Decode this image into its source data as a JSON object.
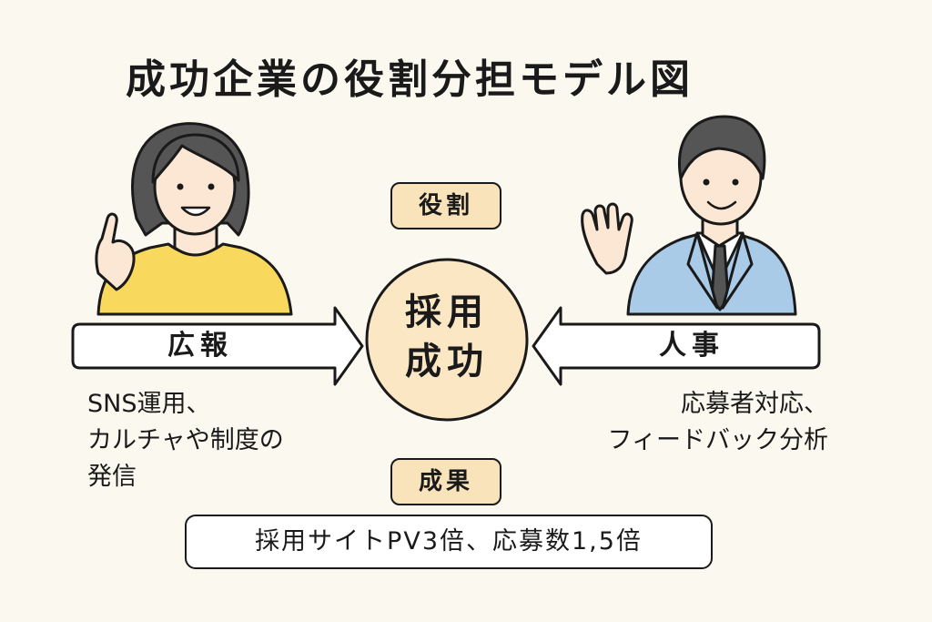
{
  "title": "成功企業の役割分担モデル図",
  "left_arrow": {
    "label": "広報"
  },
  "right_arrow": {
    "label": "人事"
  },
  "role_tag": "役割",
  "center": {
    "line1": "採用",
    "line2": "成功"
  },
  "left_desc": [
    "SNS運用、",
    "カルチャや制度の",
    "発信"
  ],
  "right_desc": [
    "応募者対応、",
    "フィードバック分析"
  ],
  "result_tag": "成果",
  "result_text": "採用サイトPV3倍、応募数1,5倍",
  "colors": {
    "background": "#fbf8ef",
    "tag_fill": "#f9e3bb",
    "circle_fill": "#fbe7c4",
    "woman_shirt": "#f8d95e",
    "man_suit": "#a9cbe8",
    "hair": "#555555"
  }
}
